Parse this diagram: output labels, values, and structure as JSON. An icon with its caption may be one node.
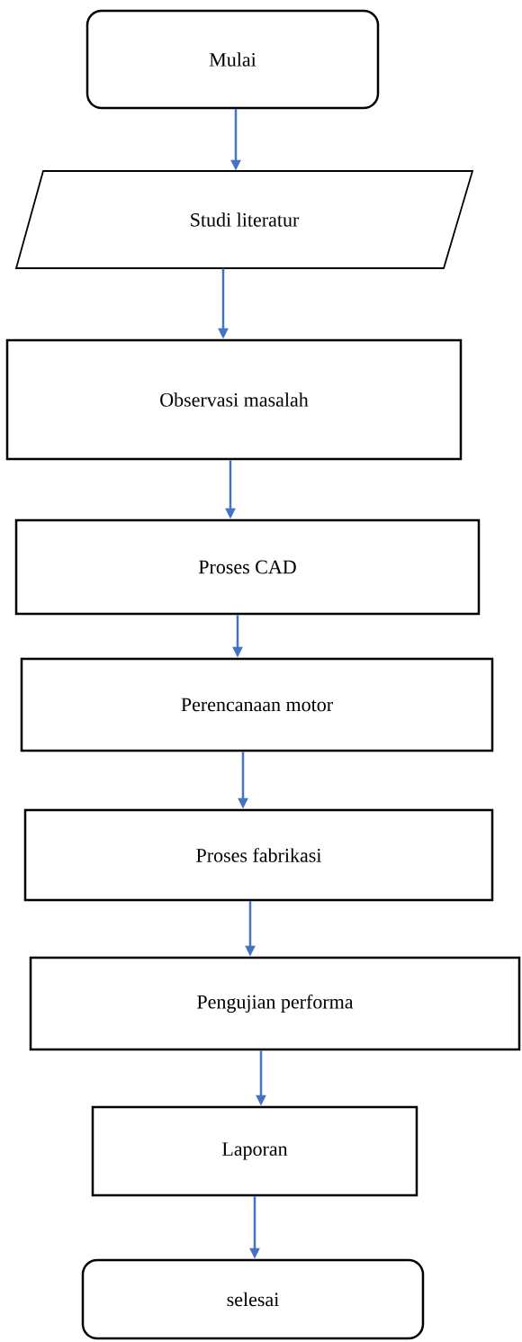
{
  "diagram": {
    "nodes": [
      {
        "text": [
          "Mulai"
        ]
      },
      {
        "text": [
          "Studi literatur"
        ]
      },
      {
        "text": [
          "Observasi masalah"
        ]
      },
      {
        "text": [
          "Proses CAD"
        ]
      },
      {
        "text": [
          "Perencanaan motor"
        ]
      },
      {
        "text": [
          "Proses fabrikasi"
        ]
      },
      {
        "text": [
          "Pengujian performa"
        ]
      },
      {
        "text": [
          "Laporan"
        ]
      },
      {
        "text": [
          "selesai"
        ]
      }
    ],
    "edges": [
      {
        "from": 0,
        "to": 1,
        "arrow": "to"
      },
      {
        "from": 1,
        "to": 2,
        "arrow": "to"
      },
      {
        "from": 2,
        "to": 3,
        "arrow": "to"
      },
      {
        "from": 3,
        "to": 4,
        "arrow": "to"
      },
      {
        "from": 4,
        "to": 5,
        "arrow": "to"
      },
      {
        "from": 5,
        "to": 6,
        "arrow": "to"
      },
      {
        "from": 6,
        "to": 7,
        "arrow": "to"
      },
      {
        "from": 7,
        "to": 8,
        "arrow": "to"
      }
    ]
  }
}
